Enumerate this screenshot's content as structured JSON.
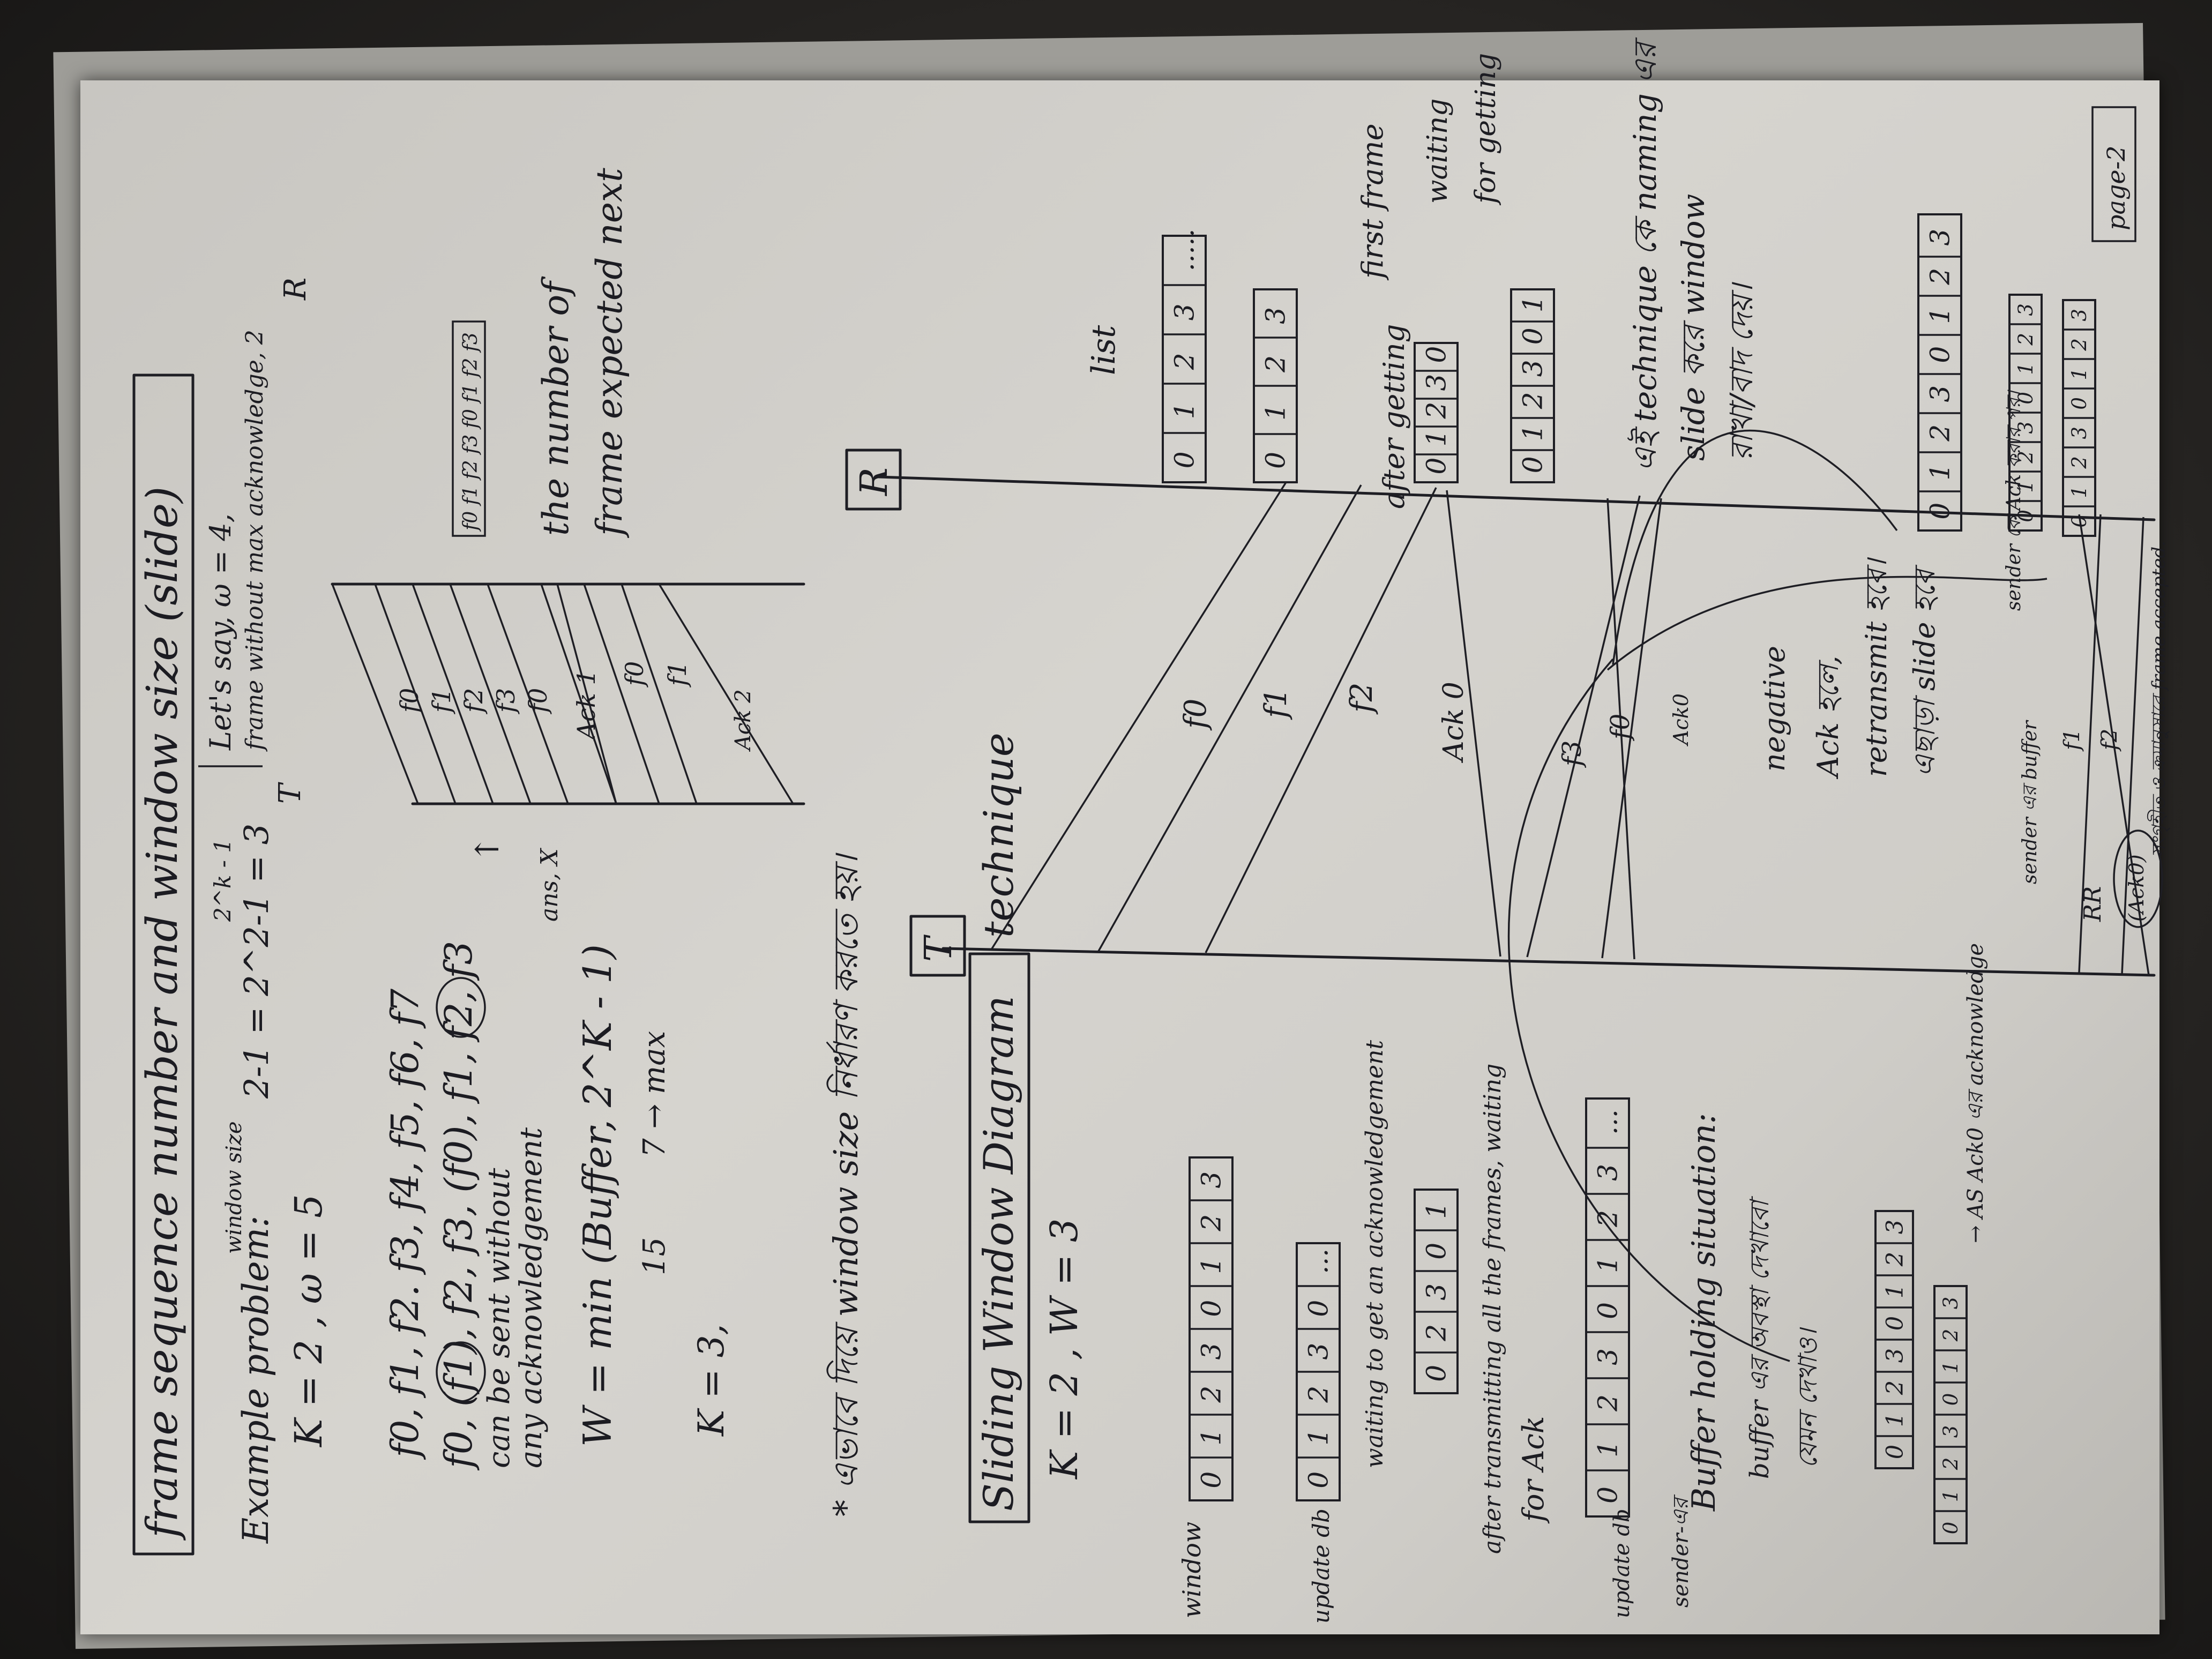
{
  "page_label": "page-2",
  "heading": "frame sequence number and window size (slide)",
  "example": {
    "label": "Example problem:",
    "k_line": "K = 2 ,  ω = 5",
    "window_size_note": "window size",
    "formula": "2-1 = 2^2-1 = 3",
    "exponent_note": "2^k - 1",
    "assume_line": "Let's say, ω = 4,",
    "max_ack_line": "frame without max acknowledge, 2",
    "frames_line": "f0, f1, f2. f3, f4, f5, f6, f7",
    "frames_circled_line": "f0, (f1), f2, f3, (f0), f1, f2, f3",
    "arrow_note": "↑",
    "sent_note_1": "can be sent without",
    "sent_note_2": "any acknowledgement",
    "w_formula": "W = min (Buffer, 2^K - 1)",
    "w_under_1": "15",
    "w_under_2": "7 → max",
    "k3": "K = 3,",
    "note_bengali": "* এভাবে দিয়ে window size নির্ধারণ করতে হয়।"
  },
  "seq_diagram_1": {
    "T": "T",
    "R": "R",
    "frames": [
      "f0",
      "f1",
      "f2",
      "f3",
      "f0"
    ],
    "ack1": "Ack 1",
    "after_frames": [
      "f0",
      "f1"
    ],
    "ack2": "Ack 2",
    "ans_x": "ans, X",
    "buffer_seq": "f0 f1 f2 f3 f0 f1 f2 f3",
    "expected_note_1": "the number of",
    "expected_note_2": "frame expected next"
  },
  "sliding": {
    "title": "Sliding Window Diagram",
    "title_suffix": "technique",
    "k_w": "K = 2 , W = 3",
    "window_label": "window",
    "update_label": "update db",
    "update_label_2": "update db",
    "row1": [
      "0",
      "1",
      "2",
      "3",
      "0",
      "1",
      "2",
      "3"
    ],
    "row2": [
      "0",
      "1",
      "2",
      "3",
      "0",
      "..."
    ],
    "row2_note": "waiting to get an acknowledgement",
    "row3": [
      "0",
      "2",
      "3",
      "0",
      "1"
    ],
    "row3_note": "after transmitting all the frames, waiting",
    "row3_note_2": "for Ack",
    "row4": [
      "0",
      "1",
      "2",
      "3",
      "0",
      "1",
      "2",
      "3",
      "..."
    ],
    "buffer_title": "Buffer holding situation:",
    "buffer_prefix": "sender-এর",
    "buffer_bengali_1": "buffer এর অবস্থা দেখাবো",
    "buffer_bengali_2": "যেমন দেখাও।",
    "row5": [
      "0",
      "1",
      "2",
      "3",
      "0",
      "1",
      "2",
      "3"
    ],
    "row6": [
      "0",
      "1",
      "2",
      "3",
      "0",
      "1",
      "2",
      "3"
    ],
    "ack0_note": "→ AS Ack0 এর acknowledge",
    "T": "T",
    "R": "R",
    "f0": "f0",
    "f1": "f1",
    "f2": "f2",
    "ack0": "Ack 0",
    "f0b": "f0",
    "f3": "f3",
    "ack0b": "Ack0",
    "neg_ack_1": "negative",
    "neg_ack_2": "Ack হলে,",
    "neg_ack_3": "retransmit হবে।",
    "neg_ack_4": "এছাড়া slide হবে",
    "rr_note": "RR",
    "rr_ack": "(Ack0)",
    "sender_note": "sender এর buffer",
    "f1b": "f1",
    "f2b": "f2",
    "accepted_note": "সংগৃহীত ও ক্রমানুসারে frame accepted.",
    "list_label": "list",
    "r_row1": [
      "0",
      "1",
      "2",
      "3",
      "....."
    ],
    "r_row2": [
      "0",
      "1",
      "2",
      "3"
    ],
    "after_getting_1": "after getting",
    "after_getting_2": "first frame",
    "r_row3": [
      "0",
      "1",
      "2",
      "3",
      "0"
    ],
    "waiting_1": "waiting",
    "waiting_2": "for getting",
    "r_row4": [
      "0",
      "1",
      "2",
      "3",
      "0",
      "1"
    ],
    "tech_bengali_1": "এই technique কে naming এর",
    "tech_bengali_2": "slide করে window",
    "tech_bengali_3": "রাখা/বাদ দেয়।",
    "r_row5": [
      "0",
      "1",
      "2",
      "3",
      "0",
      "1",
      "2",
      "3"
    ],
    "ack_after": "sender কে Ack করার পর।",
    "r_row6": [
      "0",
      "1",
      "2",
      "3",
      "0",
      "1",
      "2",
      "3"
    ],
    "r_row7": [
      "0",
      "1",
      "2",
      "3",
      "0",
      "1",
      "2",
      "3"
    ]
  }
}
